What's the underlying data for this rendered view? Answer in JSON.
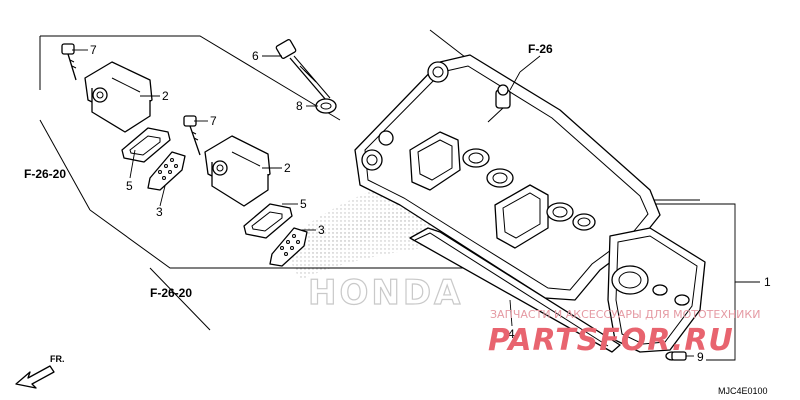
{
  "diagram": {
    "callouts": {
      "c1": "1",
      "c2a": "2",
      "c2b": "2",
      "c3a": "3",
      "c3b": "3",
      "c4": "4",
      "c5a": "5",
      "c5b": "5",
      "c6": "6",
      "c7a": "7",
      "c7b": "7",
      "c8": "8",
      "c9": "9"
    },
    "refs": {
      "f26": "F-26",
      "f2620_upper": "F-26-20",
      "f2620_lower": "F-26-20"
    },
    "direction_label": "FR.",
    "diagram_code": "MJC4E0100",
    "honda_mark": "HONDA"
  },
  "watermark": {
    "top": "ЗАПЧАСТИ И АКСЕССУАРЫ ДЛЯ МОТОТЕХНИКИ",
    "brand": "PARTSFOR.RU"
  },
  "colors": {
    "ink": "#000000",
    "watermark_red": "#e8646f",
    "honda_grey": "#c9c9c9"
  }
}
